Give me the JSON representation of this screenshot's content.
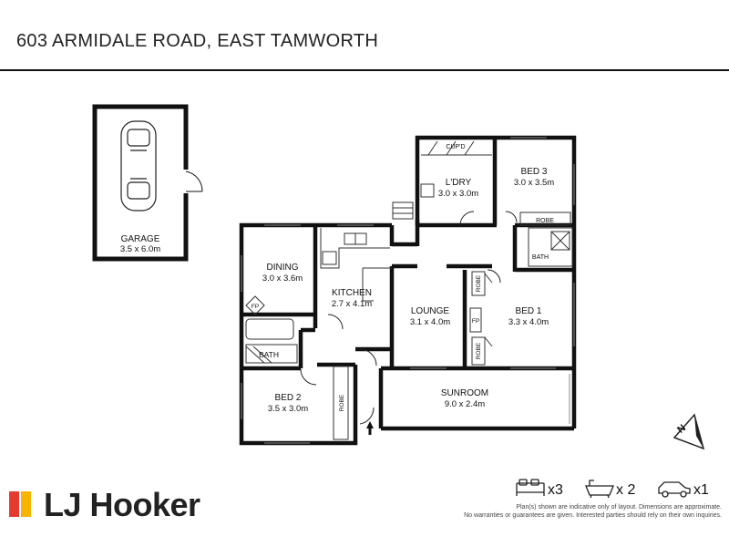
{
  "header": {
    "title": "603 ARMIDALE ROAD, EAST TAMWORTH"
  },
  "rooms": {
    "garage": {
      "name": "GARAGE",
      "size": "3.5 x 6.0m"
    },
    "laundry": {
      "name": "L'DRY",
      "size": "3.0 x 3.0m",
      "cupboard": "CUP'D"
    },
    "bed3": {
      "name": "BED 3",
      "size": "3.0 x 3.5m",
      "robe": "ROBE"
    },
    "dining": {
      "name": "DINING",
      "size": "3.0 x 3.6m",
      "fireplace": "FP"
    },
    "kitchen": {
      "name": "KITCHEN",
      "size": "2.7 x 4.1m"
    },
    "lounge": {
      "name": "LOUNGE",
      "size": "3.1 x 4.0m",
      "fireplace": "FP"
    },
    "bed1": {
      "name": "BED 1",
      "size": "3.3 x 4.0m",
      "robe_top": "ROBE",
      "robe_bottom": "ROBE"
    },
    "bath_left": {
      "name": "BATH"
    },
    "bath_right": {
      "name": "BATH"
    },
    "bed2": {
      "name": "BED 2",
      "size": "3.5 x 3.0m",
      "robe": "ROBE"
    },
    "sunroom": {
      "name": "SUNROOM",
      "size": "9.0 x 2.4m"
    }
  },
  "compass": {
    "label": "N"
  },
  "summary": {
    "bedrooms": "x3",
    "bathrooms": "x 2",
    "cars": "x1"
  },
  "brand": {
    "name": "LJ Hooker",
    "bar_colors": [
      "#e53b2f",
      "#f7b500"
    ]
  },
  "disclaimer": {
    "line1": "Plan(s) shown are indicative only of layout. Dimensions are approximate.",
    "line2": "No warranties or guarantees are given. Interested parties should rely on their own inquiries."
  }
}
